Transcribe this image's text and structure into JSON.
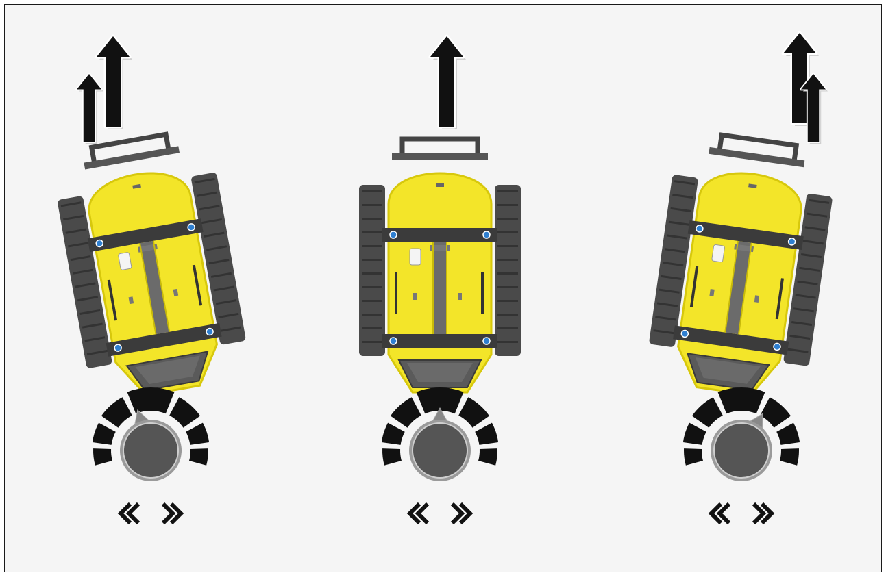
{
  "panels": [
    {
      "id": "left",
      "variant": "steer-left",
      "arrows": "double-up-offset-left",
      "body_rotation_deg": -10,
      "dial_rotation_deg": -18,
      "speed_controls": [
        "«",
        "»"
      ]
    },
    {
      "id": "center",
      "variant": "straight",
      "arrows": "single-up",
      "body_rotation_deg": 0,
      "dial_rotation_deg": 0,
      "speed_controls": [
        "«",
        "»"
      ]
    },
    {
      "id": "right",
      "variant": "steer-right",
      "arrows": "double-up-offset-right",
      "body_rotation_deg": 8,
      "dial_rotation_deg": 30,
      "speed_controls": [
        "«",
        "»"
      ]
    }
  ],
  "colors": {
    "background": "#f5f5f5",
    "frame": "#1a1a1a",
    "hull_yellow": "#f3e529",
    "hull_shade": "#d7c80c",
    "tracks": "#4a4a4a",
    "straps": "#3b3b3b",
    "dial_center": "#555555",
    "dial_segments": "#111111",
    "arrow_fill": "#111111",
    "arrow_outline": "#ffffff"
  },
  "icons": [
    "up-arrow-icon",
    "steering-dial-icon",
    "rewind-icon",
    "fast-forward-icon",
    "robot-vehicle-icon"
  ]
}
